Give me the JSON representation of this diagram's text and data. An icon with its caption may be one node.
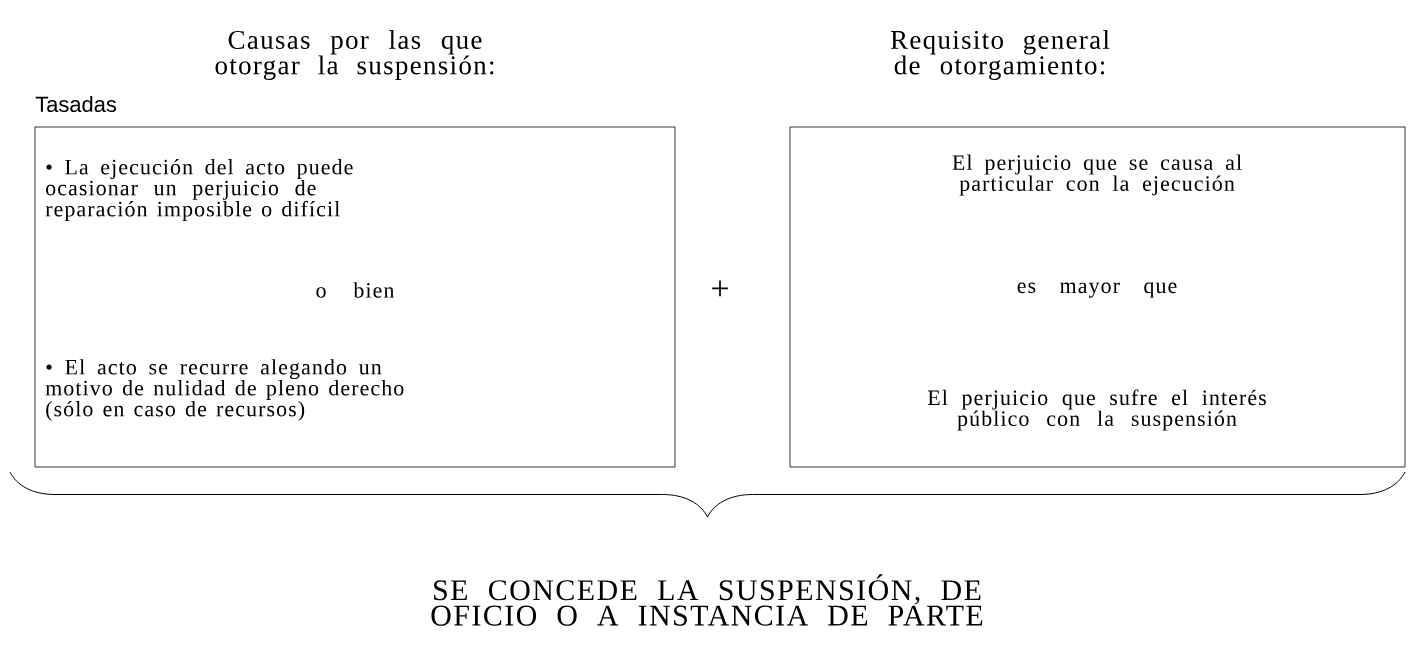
{
  "diagram": {
    "nodes": [
      {
        "text": [
          "Causas por las que otorgar la suspensión:",
          "• La ejecución del acto puede ocasionar un perjuicio de reparación imposible o difícil",
          "o bien",
          "• El acto se recurre alegando un motivo de nulidad de pleno derecho (sólo en caso de recursos)"
        ],
        "beside": [
          "Tasadas"
        ]
      },
      {
        "text": [
          "Requisito general de otorgamiento:",
          "El perjuicio que se causa al particular con la ejecución",
          "es mayor que",
          "El perjuicio que sufre el interés público con la suspensión"
        ]
      }
    ],
    "labels": [
      "+",
      "SE CONCEDE LA SUSPENSIÓN, DE OFICIO O A INSTANCIA DE PARTE"
    ]
  }
}
